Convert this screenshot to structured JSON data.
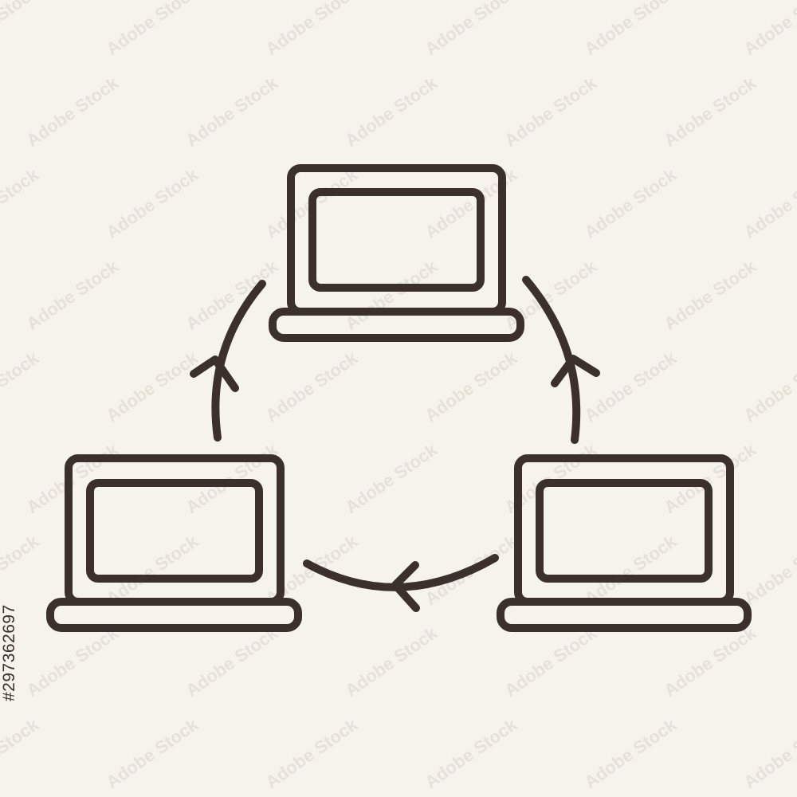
{
  "colors": {
    "background": "#F5F3EC",
    "stroke": "#3B302C",
    "watermark": "#E6E2D8"
  },
  "diagram": {
    "nodes": [
      {
        "id": "top",
        "icon": "laptop-icon"
      },
      {
        "id": "left",
        "icon": "laptop-icon"
      },
      {
        "id": "right",
        "icon": "laptop-icon"
      }
    ],
    "edges": [
      {
        "from": "right",
        "to": "top",
        "icon": "curved-arrow-icon"
      },
      {
        "from": "left",
        "to": "top",
        "icon": "curved-arrow-icon"
      },
      {
        "from": "right",
        "to": "left",
        "icon": "curved-arrow-icon"
      }
    ]
  },
  "watermark": {
    "repeated_text": "Adobe Stock",
    "id": "#297362697"
  }
}
